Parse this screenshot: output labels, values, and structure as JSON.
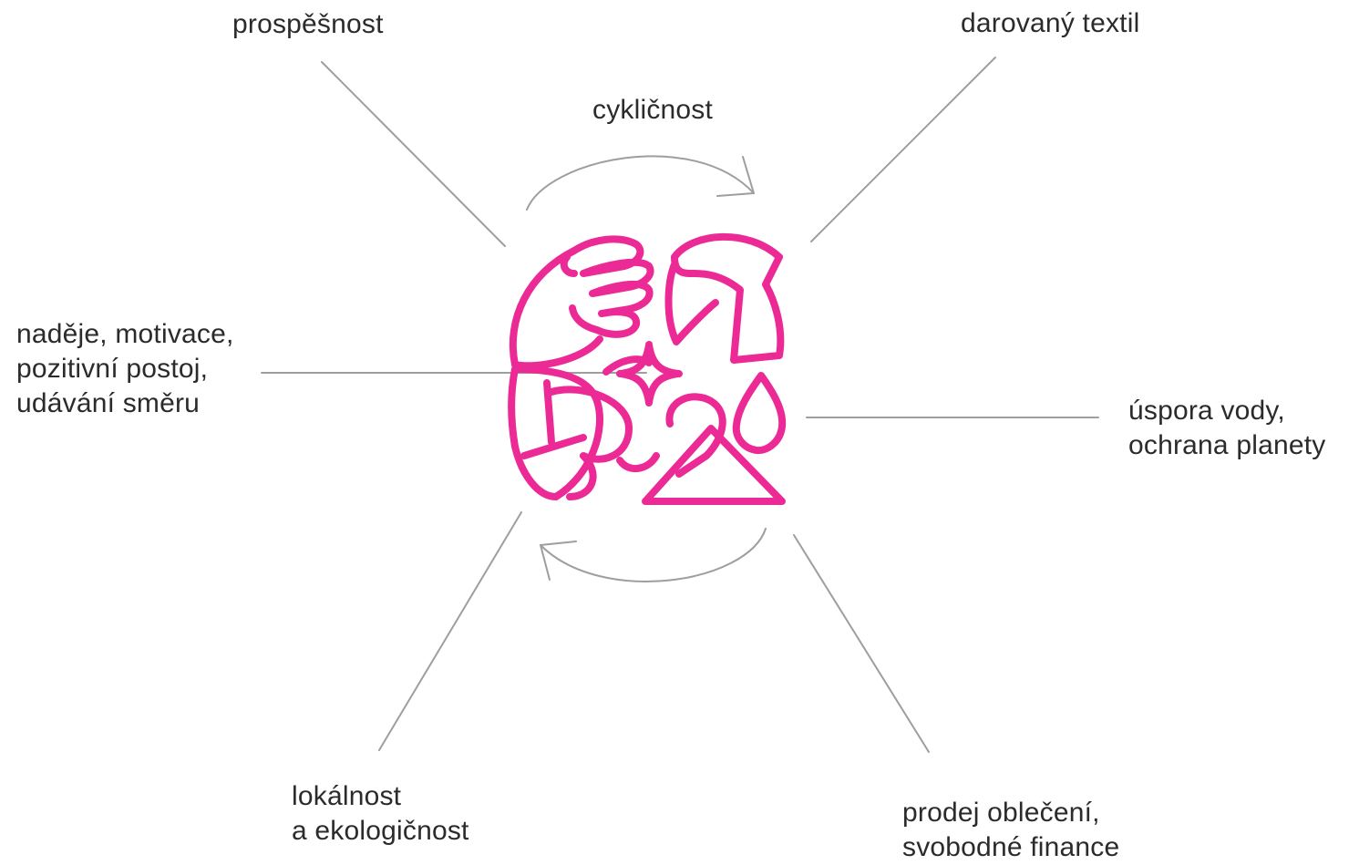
{
  "colors": {
    "accent": "#ec2a96",
    "connector": "#9e9e9e",
    "text": "#2b2b2b"
  },
  "labels": {
    "top_left": [
      "prospěšnost"
    ],
    "top_right": [
      "darovaný textil"
    ],
    "center_top": [
      "cykličnost"
    ],
    "left": [
      "naděje, motivace,",
      "pozitivní postoj,",
      "udávání směru"
    ],
    "right": [
      "úspora vody,",
      "ochrana planety"
    ],
    "bottom_left": [
      "lokálnost",
      "a ekologičnost"
    ],
    "bottom_right": [
      "prodej oblečení,",
      "svobodné finance"
    ]
  },
  "icons": {
    "central_emblem": "pink-line-emblem-hand-shirt-drop-triangle-leaf",
    "cycle_arrows": "clockwise-cycle-arrows"
  }
}
